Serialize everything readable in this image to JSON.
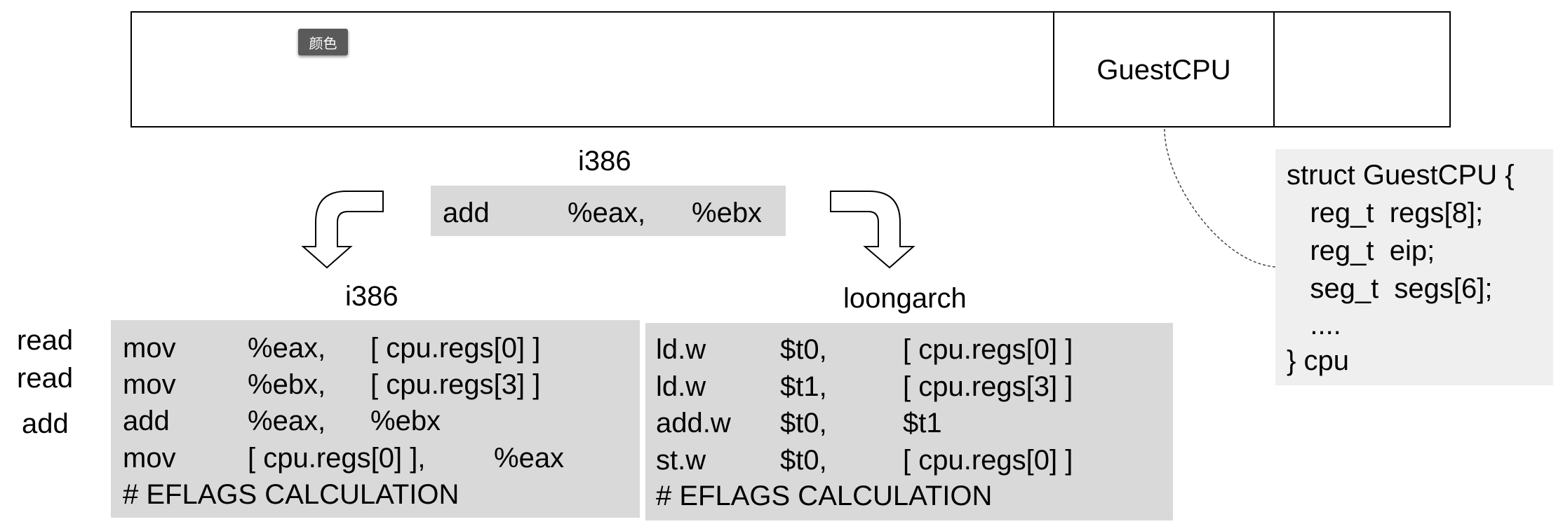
{
  "top_bar": {
    "color_tag": "颜色",
    "guestcpu_label": "GuestCPU"
  },
  "source": {
    "arch_label": "i386",
    "instruction": {
      "op": "add",
      "arg1": "%eax,",
      "arg2": "%ebx"
    }
  },
  "side_labels": [
    "read",
    "read",
    "add"
  ],
  "i386_block": {
    "arch_label": "i386",
    "lines": [
      {
        "op": "mov",
        "arg1": "%eax,",
        "arg2": "[ cpu.regs[0] ]"
      },
      {
        "op": "mov",
        "arg1": "%ebx,",
        "arg2": "[ cpu.regs[3] ]"
      },
      {
        "op": "add",
        "arg1": "%eax,",
        "arg2": "%ebx"
      },
      {
        "op": "mov",
        "arg1": "[ cpu.regs[0] ],",
        "arg2": "%eax"
      }
    ],
    "comment": "# EFLAGS CALCULATION"
  },
  "loongarch_block": {
    "arch_label": "loongarch",
    "lines": [
      {
        "op": "ld.w",
        "arg1": "$t0,",
        "arg2": "[ cpu.regs[0] ]"
      },
      {
        "op": "ld.w",
        "arg1": "$t1,",
        "arg2": "[ cpu.regs[3] ]"
      },
      {
        "op": "add.w",
        "arg1": "$t0,",
        "arg2": "$t1"
      },
      {
        "op": "st.w",
        "arg1": "$t0,",
        "arg2": "[ cpu.regs[0] ]"
      }
    ],
    "comment": "# EFLAGS CALCULATION"
  },
  "struct_def": {
    "lines": [
      "struct GuestCPU {",
      "   reg_t  regs[8];",
      "   reg_t  eip;",
      "   seg_t  segs[6];",
      "   ....",
      "} cpu"
    ]
  },
  "colors": {
    "box_grey": "#d9d9d9",
    "struct_bg": "#efefef",
    "tag_bg": "#5a5a5a"
  }
}
